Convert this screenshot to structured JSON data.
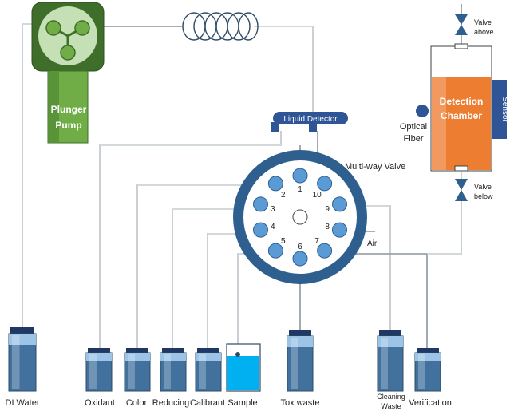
{
  "pump": {
    "label_line1": "Plunger",
    "label_line2": "Pump"
  },
  "liquid_detector": {
    "label": "Liquid Detector"
  },
  "valve": {
    "title": "Multi-way Valve",
    "ports": [
      "1",
      "2",
      "3",
      "4",
      "5",
      "6",
      "7",
      "8",
      "9",
      "10"
    ],
    "air_label": "Air"
  },
  "detection": {
    "chamber_line1": "Detection",
    "chamber_line2": "Chamber",
    "sensor": "Sensor",
    "optical_line1": "Optical",
    "optical_line2": "Fiber",
    "valve_above_line1": "Valve",
    "valve_above_line2": "above",
    "valve_below_line1": "Valve",
    "valve_below_line2": "below"
  },
  "bottles": {
    "di_water": "DI Water",
    "oxidant": "Oxidant",
    "color": "Color",
    "reducing": "Reducing",
    "calibrant": "Calibrant",
    "sample": "Sample",
    "tox_waste": "Tox waste",
    "cleaning_line1": "Cleaning",
    "cleaning_line2": "Waste",
    "verification": "Verification"
  },
  "colors": {
    "pump_dark": "#3e6e2a",
    "pump_light": "#70ad47",
    "pump_circle": "#c5e0b4",
    "valve_ring": "#2e5f8e",
    "port_fill": "#5b9bd5",
    "chamber_orange": "#ed7d31",
    "sensor_blue": "#2f5597",
    "sample_liquid": "#00b0f0",
    "bottle_liquid": "#41719c"
  }
}
